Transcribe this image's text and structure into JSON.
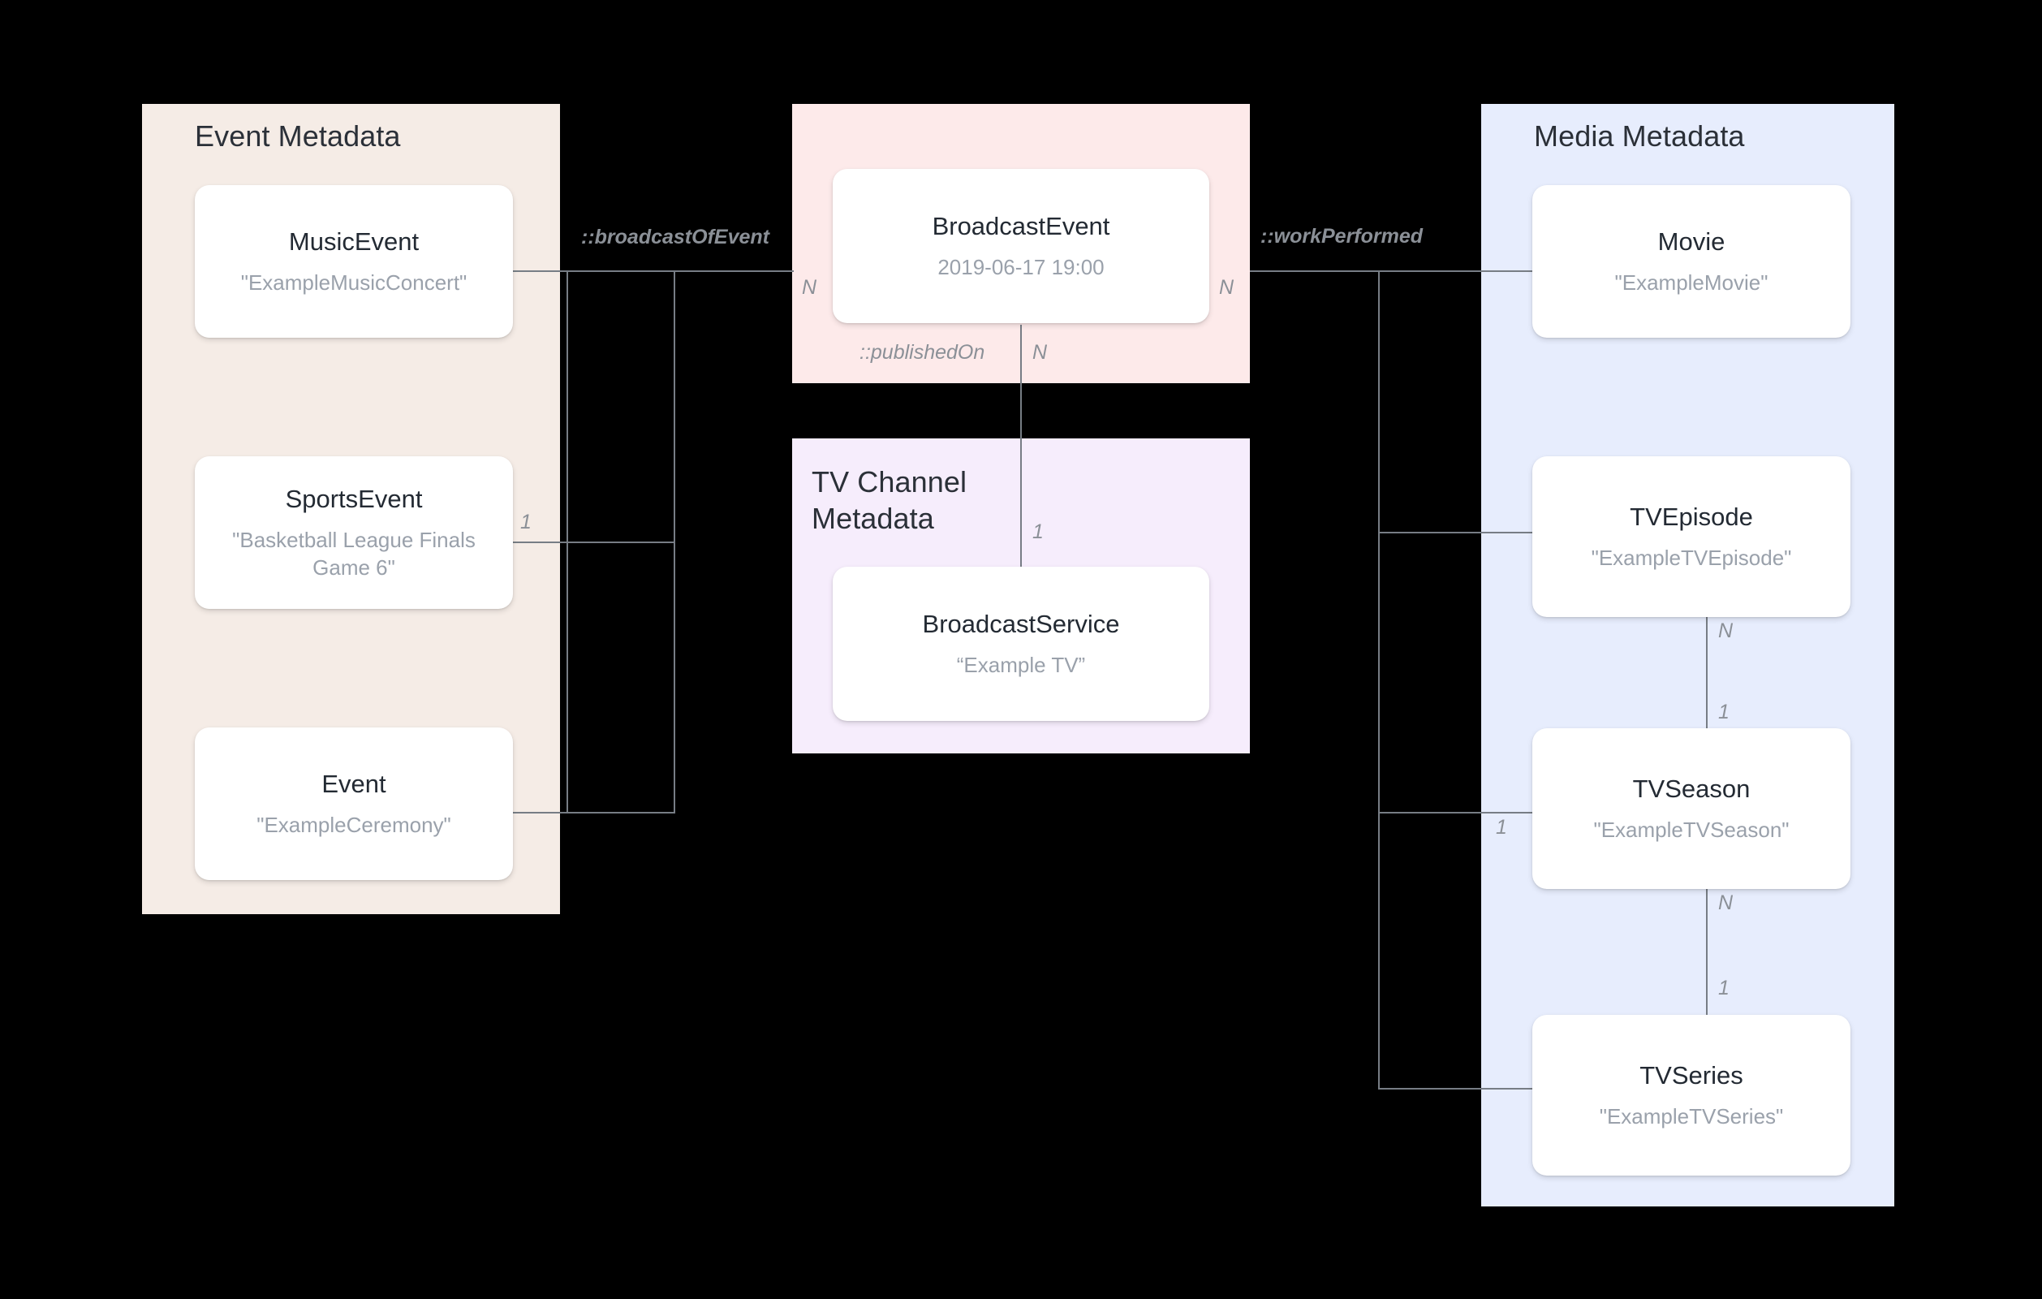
{
  "diagram": {
    "groups": [
      {
        "id": "event",
        "title": "Event Metadata",
        "color": "#f5ece6"
      },
      {
        "id": "broadcast",
        "title": "",
        "color": "#fdeaea"
      },
      {
        "id": "tvchannel",
        "title": "TV Channel\nMetadata",
        "color": "#f6edfc"
      },
      {
        "id": "media",
        "title": "Media Metadata",
        "color": "#e7edfd"
      }
    ],
    "nodes": [
      {
        "id": "musicevent",
        "type": "MusicEvent",
        "value": "\"ExampleMusicConcert\""
      },
      {
        "id": "sportsevent",
        "type": "SportsEvent",
        "value": "\"Basketball League Finals Game 6\""
      },
      {
        "id": "event",
        "type": "Event",
        "value": "\"ExampleCeremony\""
      },
      {
        "id": "broadcastevent",
        "type": "BroadcastEvent",
        "value": "2019-06-17 19:00"
      },
      {
        "id": "broadcastservice",
        "type": "BroadcastService",
        "value": "“Example TV”"
      },
      {
        "id": "movie",
        "type": "Movie",
        "value": "\"ExampleMovie\""
      },
      {
        "id": "tvepisode",
        "type": "TVEpisode",
        "value": "\"ExampleTVEpisode\""
      },
      {
        "id": "tvseason",
        "type": "TVSeason",
        "value": "\"ExampleTVSeason\""
      },
      {
        "id": "tvseries",
        "type": "TVSeries",
        "value": "\"ExampleTVSeries\""
      }
    ],
    "relations": [
      {
        "id": "broadcastOfEvent",
        "label": "::broadcastOfEvent",
        "from": "BroadcastEvent",
        "to": "Event",
        "from_cardinality": "N",
        "to_cardinality": "1"
      },
      {
        "id": "publishedOn",
        "label": "::publishedOn",
        "from": "BroadcastEvent",
        "to": "BroadcastService",
        "from_cardinality": "N",
        "to_cardinality": "1"
      },
      {
        "id": "workPerformed",
        "label": "::workPerformed",
        "from": "BroadcastEvent",
        "to": "Media",
        "from_cardinality": "N",
        "to_cardinality": "1"
      },
      {
        "id": "episodeOfSeason",
        "label": "",
        "from": "TVEpisode",
        "to": "TVSeason",
        "from_cardinality": "N",
        "to_cardinality": "1"
      },
      {
        "id": "seasonOfSeries",
        "label": "",
        "from": "TVSeason",
        "to": "TVSeries",
        "from_cardinality": "N",
        "to_cardinality": "1"
      }
    ],
    "cardinalities": {
      "broadcastevent_left": "N",
      "broadcastevent_right": "N",
      "broadcastevent_bottom": "N",
      "sportsevent_right": "1",
      "broadcastservice_top": "1",
      "tvepisode_bottom": "N",
      "tvseason_top": "1",
      "tvseason_left": "1",
      "tvseason_bottom": "N",
      "tvseries_top": "1"
    },
    "colors": {
      "background": "#000000",
      "line": "#777d85",
      "node_fill": "#ffffff",
      "node_title": "#232a33",
      "node_value": "#9aa1ab",
      "label": "#8b9097"
    }
  }
}
